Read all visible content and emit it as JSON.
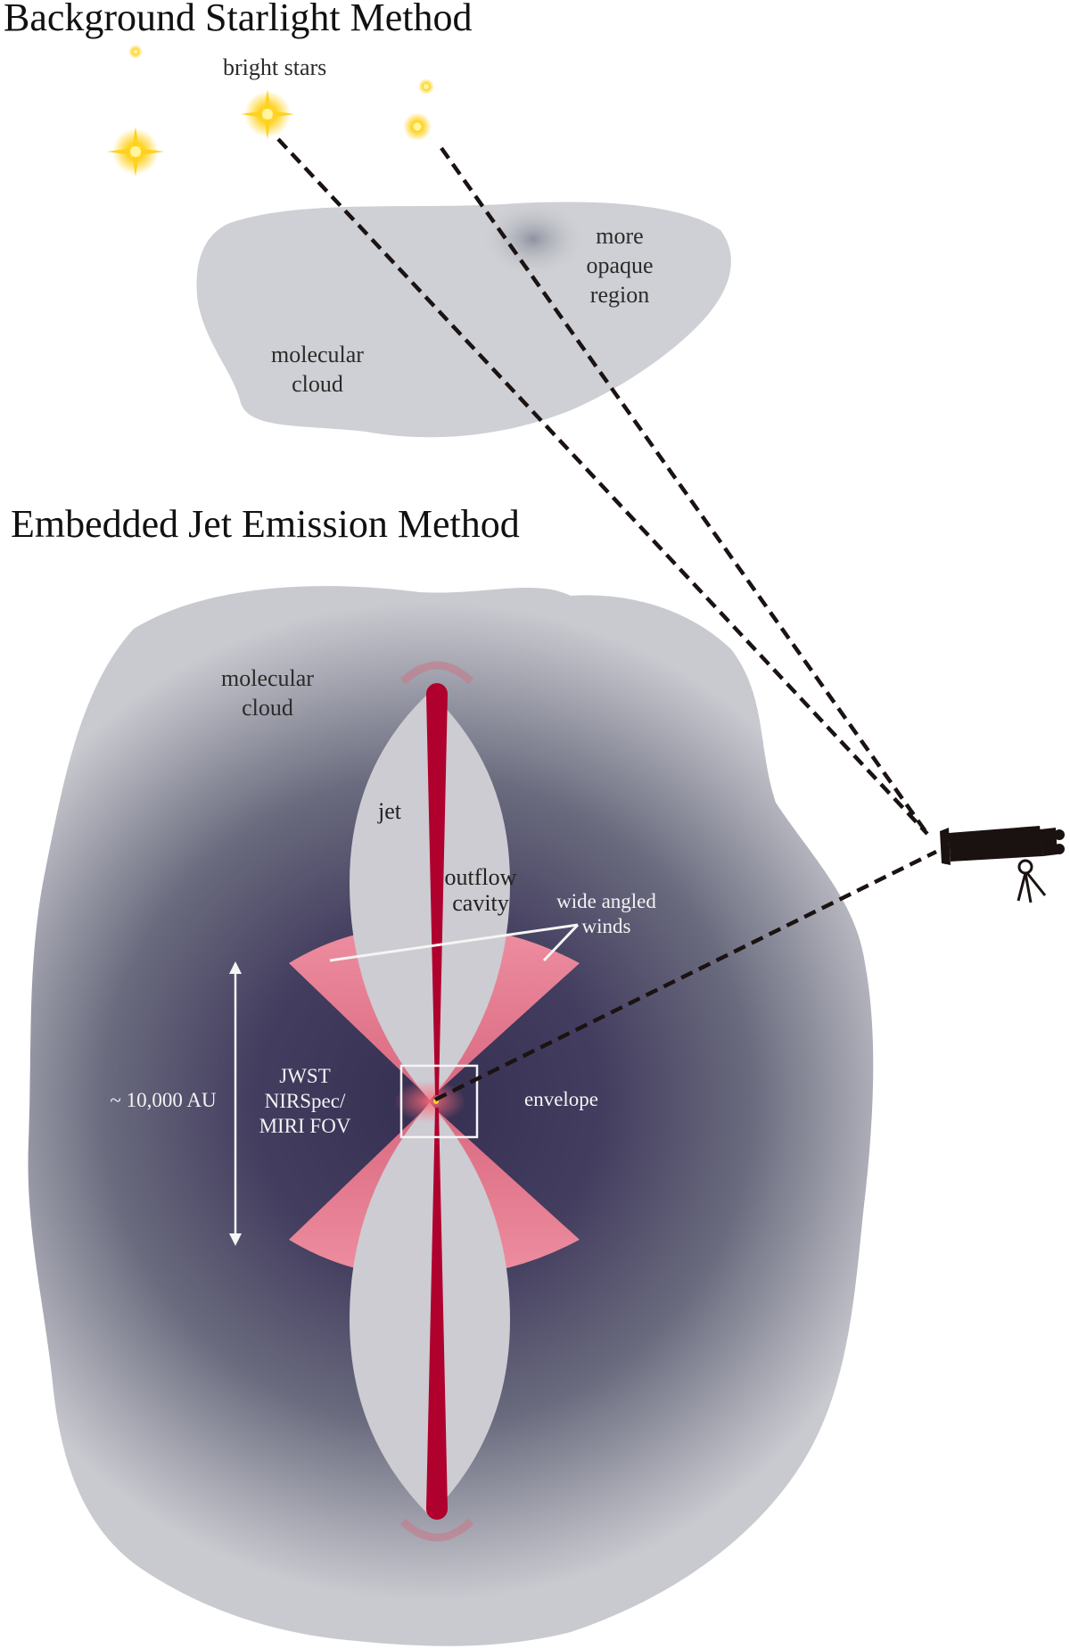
{
  "titles": {
    "top": "Background Starlight Method",
    "bottom": "Embedded Jet Emission Method"
  },
  "labels": {
    "bright_stars": "bright stars",
    "opaque_line1": "more",
    "opaque_line2": "opaque",
    "opaque_line3": "region",
    "cloud_top_line1": "molecular",
    "cloud_top_line2": "cloud",
    "cloud_bottom_line1": "molecular",
    "cloud_bottom_line2": "cloud",
    "jet": "jet",
    "outflow_line1": "outflow",
    "outflow_line2": "cavity",
    "winds_line1": "wide angled",
    "winds_line2": "winds",
    "scale": "~ 10,000 AU",
    "fov_line1": "JWST",
    "fov_line2": "NIRSpec/",
    "fov_line3": "MIRI FOV",
    "envelope": "envelope"
  },
  "colors": {
    "jet": "#b0002e",
    "winds": "#e57a8d",
    "cloud": "#c9cad0",
    "envelope_core": "#3d3757",
    "star": "#ffd21f",
    "telescope": "#1a1210"
  },
  "icons": {
    "telescope": "telescope-icon",
    "star": "star-icon"
  }
}
